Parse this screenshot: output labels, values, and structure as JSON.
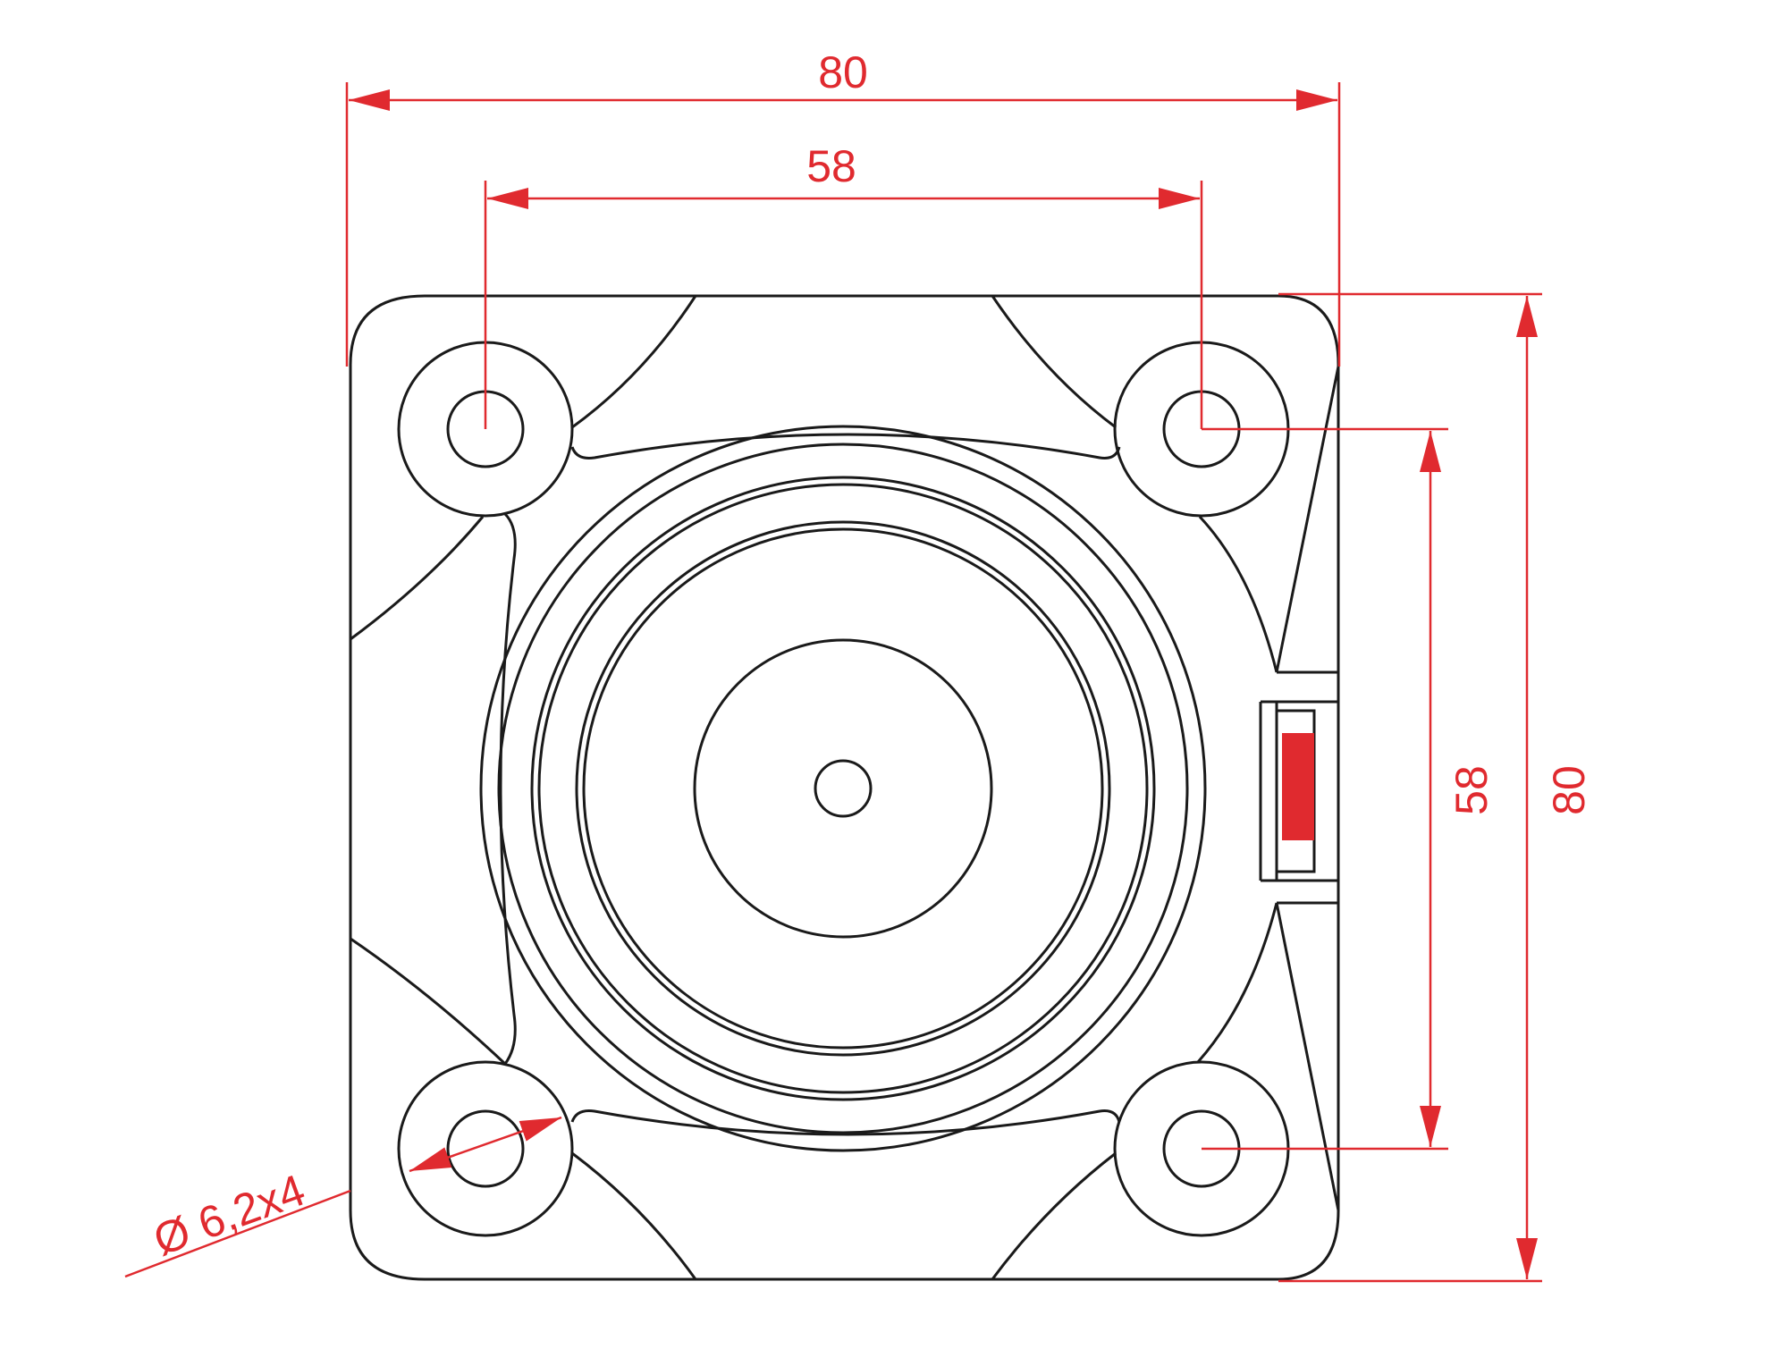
{
  "dimensions": {
    "overall_width": "80",
    "hole_spacing_horizontal": "58",
    "hole_spacing_vertical": "58",
    "overall_height": "80",
    "hole_diameter": "Ø 6,2x4"
  },
  "colors": {
    "dimension": "#e02a2f",
    "outline": "#1a1a1a",
    "indicator": "#e02a2f"
  }
}
